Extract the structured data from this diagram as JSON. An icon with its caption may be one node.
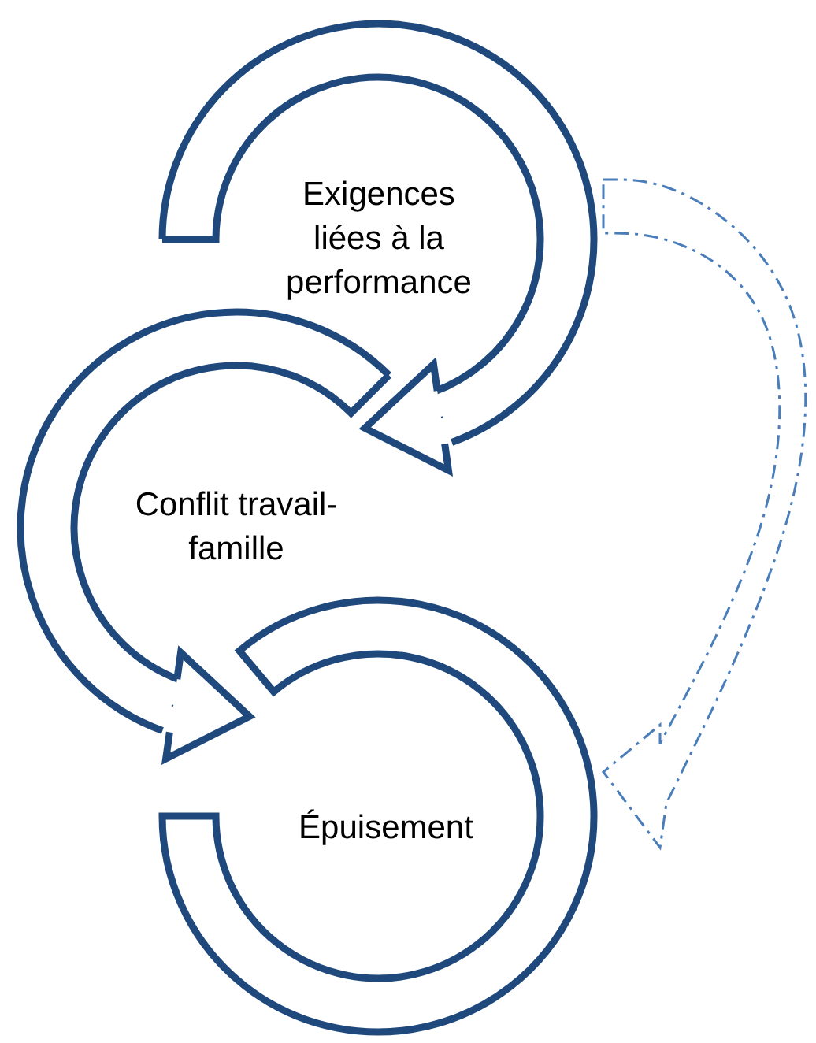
{
  "diagram": {
    "nodes": [
      {
        "text": [
          "Exigences liées à la performance"
        ]
      },
      {
        "text": [
          "Conflit travail-famille"
        ]
      },
      {
        "text": [
          "Épuisement"
        ]
      }
    ],
    "edges": [
      {
        "from": 0,
        "to": 1,
        "arrow": "to"
      },
      {
        "from": 1,
        "to": 2,
        "arrow": "to"
      },
      {
        "from": 0,
        "to": 2,
        "arrow": "to",
        "style": "dashed",
        "color": "#4a7ebb"
      }
    ]
  }
}
